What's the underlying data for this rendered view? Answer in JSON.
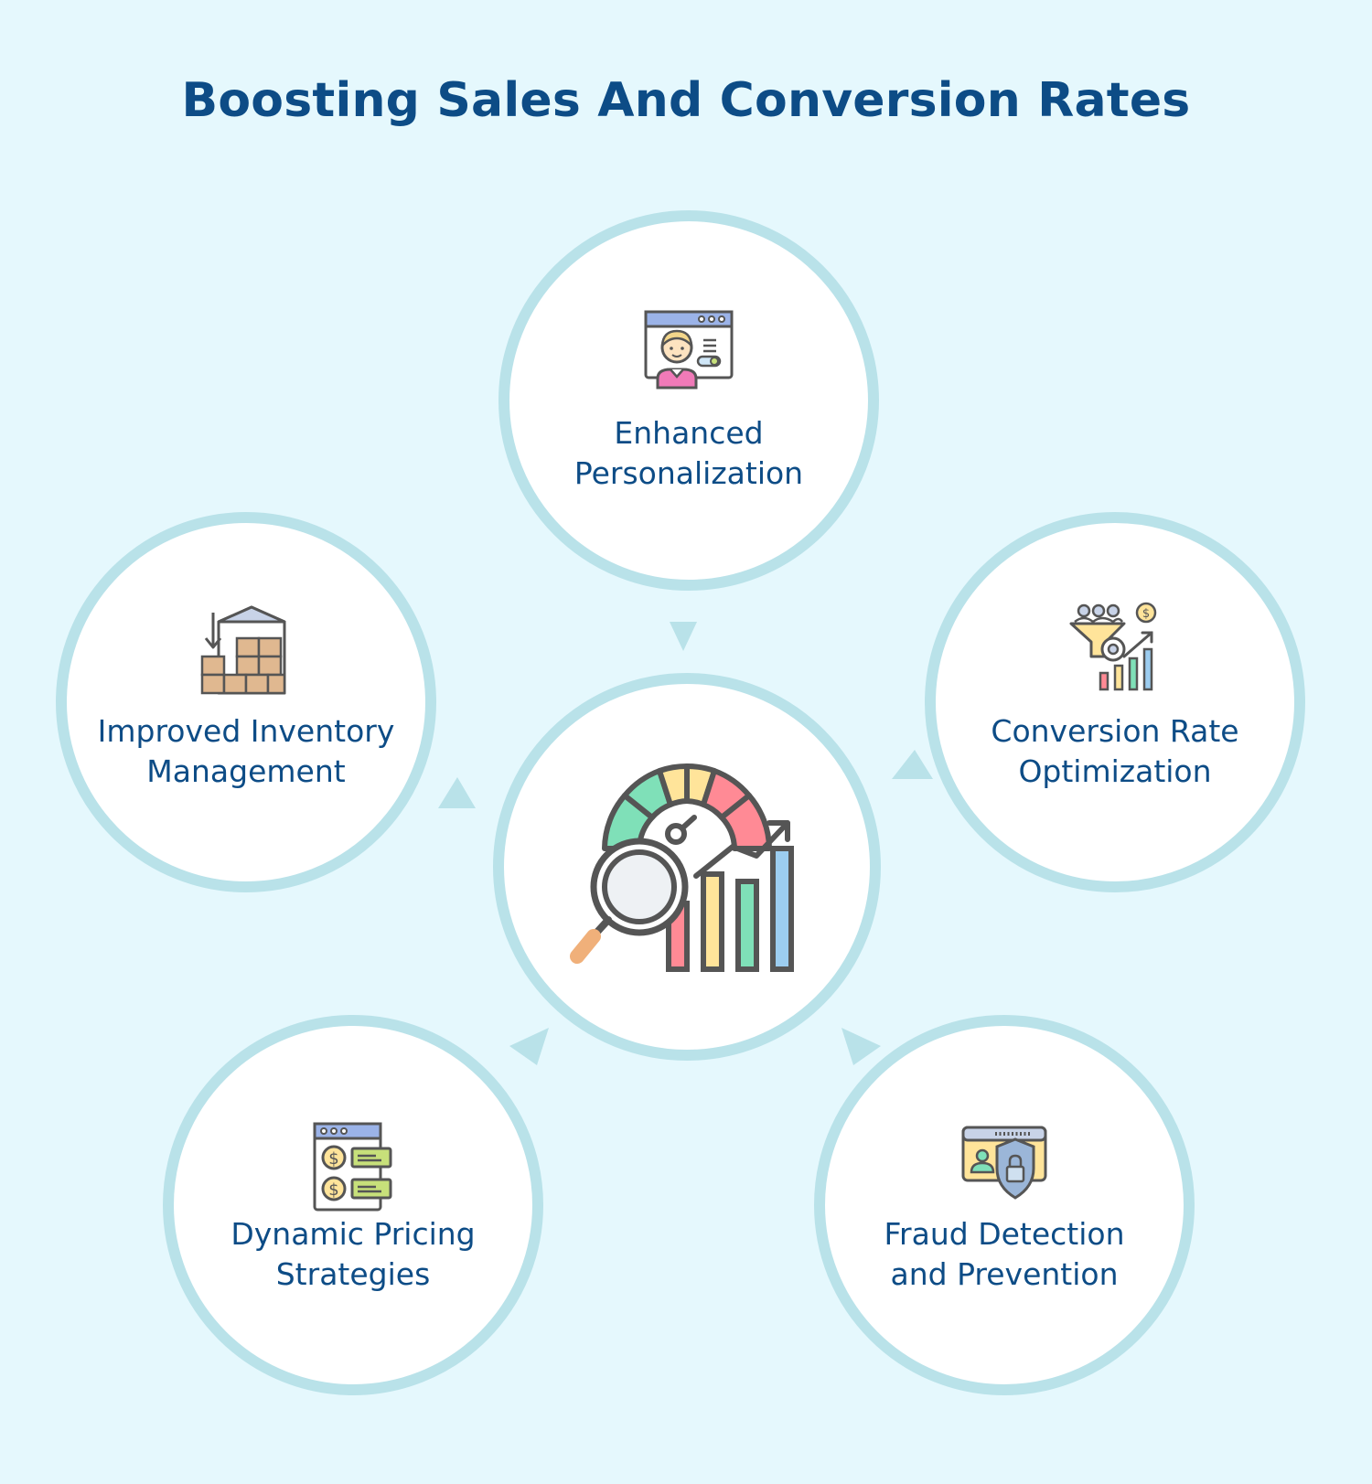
{
  "title": "Boosting Sales And Conversion Rates",
  "colors": {
    "background": "#e5f8fd",
    "ring": "#b9e2e9",
    "title": "#0d4c86",
    "label": "#0d4c86",
    "arrow": "#b9e2e9"
  },
  "center": {
    "icon": "speedometer-analytics-icon"
  },
  "nodes": [
    {
      "id": "personalization",
      "icon": "profile-window-icon",
      "label_line1": "Enhanced",
      "label_line2": "Personalization"
    },
    {
      "id": "cro",
      "icon": "funnel-growth-chart-icon",
      "label_line1": "Conversion Rate",
      "label_line2": "Optimization"
    },
    {
      "id": "fraud",
      "icon": "secure-id-lock-icon",
      "label_line1": "Fraud Detection",
      "label_line2": "and Prevention"
    },
    {
      "id": "pricing",
      "icon": "price-list-icon",
      "label_line1": "Dynamic Pricing",
      "label_line2": "Strategies"
    },
    {
      "id": "inventory",
      "icon": "warehouse-boxes-icon",
      "label_line1": "Improved Inventory",
      "label_line2": "Management"
    }
  ]
}
